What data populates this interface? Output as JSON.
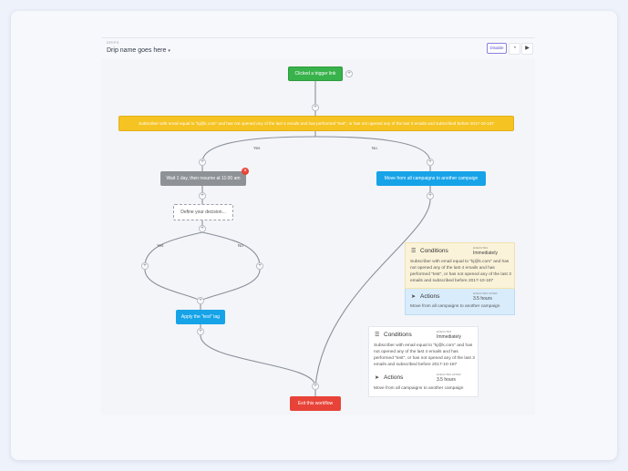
{
  "header": {
    "section_label": "DRIPS",
    "title": "Drip name goes here",
    "disable_label": "Disable",
    "icons": [
      "analytics-icon",
      "video-icon"
    ]
  },
  "nodes": {
    "trigger": "Clicked a trigger link",
    "condition": "Subscriber with email equal to \"kj@k.com\" and has not opened any of the last 4 emails and has performed \"test\", or has not opened any of the last 3 emails and subscribed before 2017-10-187",
    "wait": "Wait 1 day, then resume at 11:00 am",
    "decision": "Define your decision...",
    "apply_tag": "Apply the \"test\" tag",
    "move": "Move from all campaigns to another campaign",
    "exit": "Exit this workflow"
  },
  "branch_labels": {
    "yes_1": "Yes",
    "no_1": "No",
    "yes_2": "Yes",
    "no_2": "No"
  },
  "cards": [
    {
      "conditions_title": "Conditions",
      "executes_label": "EXECUTES",
      "executes_value": "Immediately",
      "conditions_text": "Subscriber with email equal to \"kj@k.com\" and has not opened any of the last 4 emails and has performed \"test\", or has not opened any of the last 3 emails and subscribed before 2017-10-187",
      "actions_title": "Actions",
      "executes_after_label": "EXECUTES AFTER",
      "executes_after_value": "3.5 hours",
      "actions_text": "Move from all campaigns to another campaign"
    },
    {
      "conditions_title": "Conditions",
      "executes_label": "EXECUTES",
      "executes_value": "Immediately",
      "conditions_text": "Subscriber with email equal to \"kj@k.com\" and has not opened any of the last 4 emails and has performed \"test\", or has not opened any of the last 3 emails and subscribed before 2017-10-187",
      "actions_title": "Actions",
      "executes_after_label": "EXECUTES AFTER",
      "executes_after_value": "3.5 hours",
      "actions_text": "Move from all campaigns to another campaign"
    }
  ],
  "colors": {
    "trigger": "#38b24a",
    "condition": "#f5c322",
    "wait": "#8e9196",
    "action": "#16a3e8",
    "exit": "#e84338",
    "disable_accent": "#5b4fc9"
  }
}
